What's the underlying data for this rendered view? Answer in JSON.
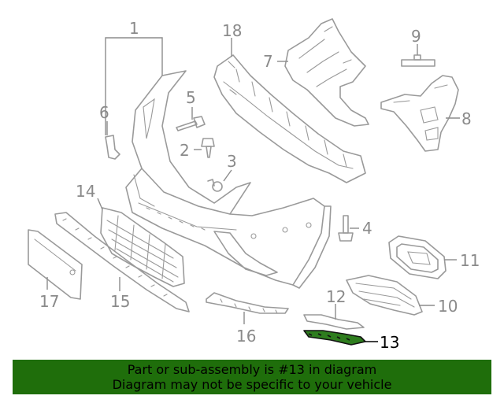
{
  "callouts": {
    "c1": "1",
    "c2": "2",
    "c3": "3",
    "c4": "4",
    "c5": "5",
    "c6": "6",
    "c7": "7",
    "c8": "8",
    "c9": "9",
    "c10": "10",
    "c11": "11",
    "c12": "12",
    "c13": "13",
    "c14": "14",
    "c15": "15",
    "c16": "16",
    "c17": "17",
    "c18": "18"
  },
  "highlight": {
    "part": "13",
    "color": "#2e7d1e"
  },
  "banner": {
    "line1": "Part or sub-assembly is #13 in diagram",
    "line2": "Diagram may not be specific to your vehicle",
    "background": "#1f6e0b"
  }
}
